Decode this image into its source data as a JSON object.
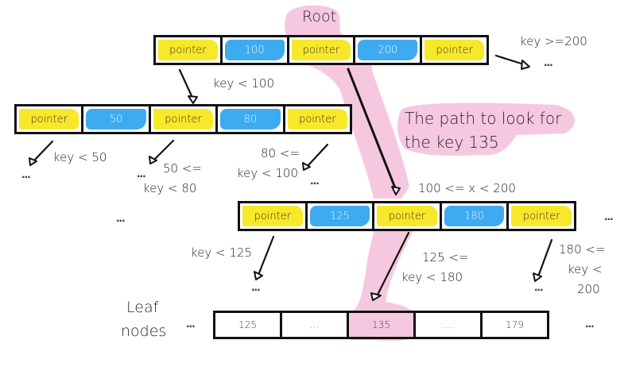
{
  "colors": {
    "pointer_fill": "#f7e82a",
    "key_fill": "#3eaaf0",
    "path_highlight": "#f6c8e0",
    "border": "#111111"
  },
  "root": {
    "title": "Root",
    "cells": [
      {
        "type": "pointer",
        "text": "pointer"
      },
      {
        "type": "key",
        "text": "100"
      },
      {
        "type": "pointer",
        "text": "pointer"
      },
      {
        "type": "key",
        "text": "200"
      },
      {
        "type": "pointer",
        "text": "pointer"
      }
    ],
    "right_label": "key >=200",
    "right_dots": "...",
    "left_label": "key < 100"
  },
  "left_node": {
    "cells": [
      {
        "type": "pointer",
        "text": "pointer"
      },
      {
        "type": "key",
        "text": "50"
      },
      {
        "type": "pointer",
        "text": "pointer"
      },
      {
        "type": "key",
        "text": "80"
      },
      {
        "type": "pointer",
        "text": "pointer"
      }
    ],
    "labels": {
      "l1": "key < 50",
      "l2a": "50 <=",
      "l2b": "key < 80",
      "l3a": "80 <=",
      "l3b": "key < 100"
    },
    "dots": "..."
  },
  "middle_node": {
    "range_label": "100 <= x < 200",
    "cells": [
      {
        "type": "pointer",
        "text": "pointer"
      },
      {
        "type": "key",
        "text": "125"
      },
      {
        "type": "pointer",
        "text": "pointer"
      },
      {
        "type": "key",
        "text": "180"
      },
      {
        "type": "pointer",
        "text": "pointer"
      }
    ],
    "labels": {
      "l1": "key < 125",
      "l2a": "125 <=",
      "l2b": "key < 180",
      "l3a": "180 <=",
      "l3b": "key <",
      "l3c": "200"
    },
    "dots": "..."
  },
  "callout": {
    "line1": "The path to look for",
    "line2": "the key 135"
  },
  "leaf": {
    "title_line1": "Leaf",
    "title_line2": "nodes",
    "cells": [
      {
        "text": "125",
        "highlighted": false
      },
      {
        "text": "...",
        "highlighted": false
      },
      {
        "text": "135",
        "highlighted": true
      },
      {
        "text": "....",
        "highlighted": false
      },
      {
        "text": "179",
        "highlighted": false
      }
    ],
    "dots": "..."
  }
}
